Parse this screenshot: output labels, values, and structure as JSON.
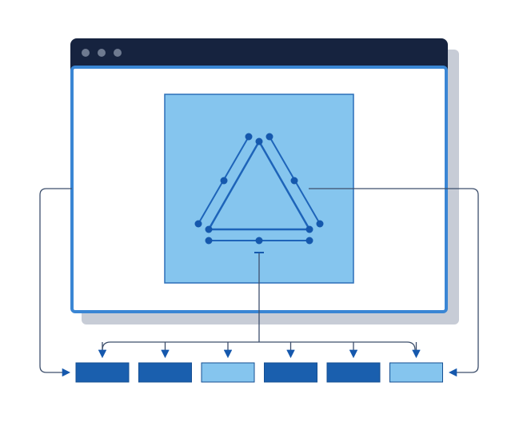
{
  "colors": {
    "background": "#ffffff",
    "titlebar": "#16233f",
    "window_dot": "#6e7a90",
    "window_border": "#3a86d4",
    "window_shadow": "#c7ccd6",
    "canvas_fill": "#85c5ee",
    "canvas_stroke": "#2b6fb8",
    "shape_stroke": "#1e64b9",
    "node": "#1558ad",
    "connector": "#3d4f6c",
    "block_dark": "#1a5fae",
    "block_light": "#85c5ee",
    "block_stroke": "#154f93"
  },
  "window": {
    "dot_icons": [
      "window-dot-icon",
      "window-dot-icon",
      "window-dot-icon"
    ]
  },
  "output_blocks": [
    {
      "shade": "dark"
    },
    {
      "shade": "dark"
    },
    {
      "shade": "light"
    },
    {
      "shade": "dark"
    },
    {
      "shade": "dark"
    },
    {
      "shade": "light"
    }
  ]
}
